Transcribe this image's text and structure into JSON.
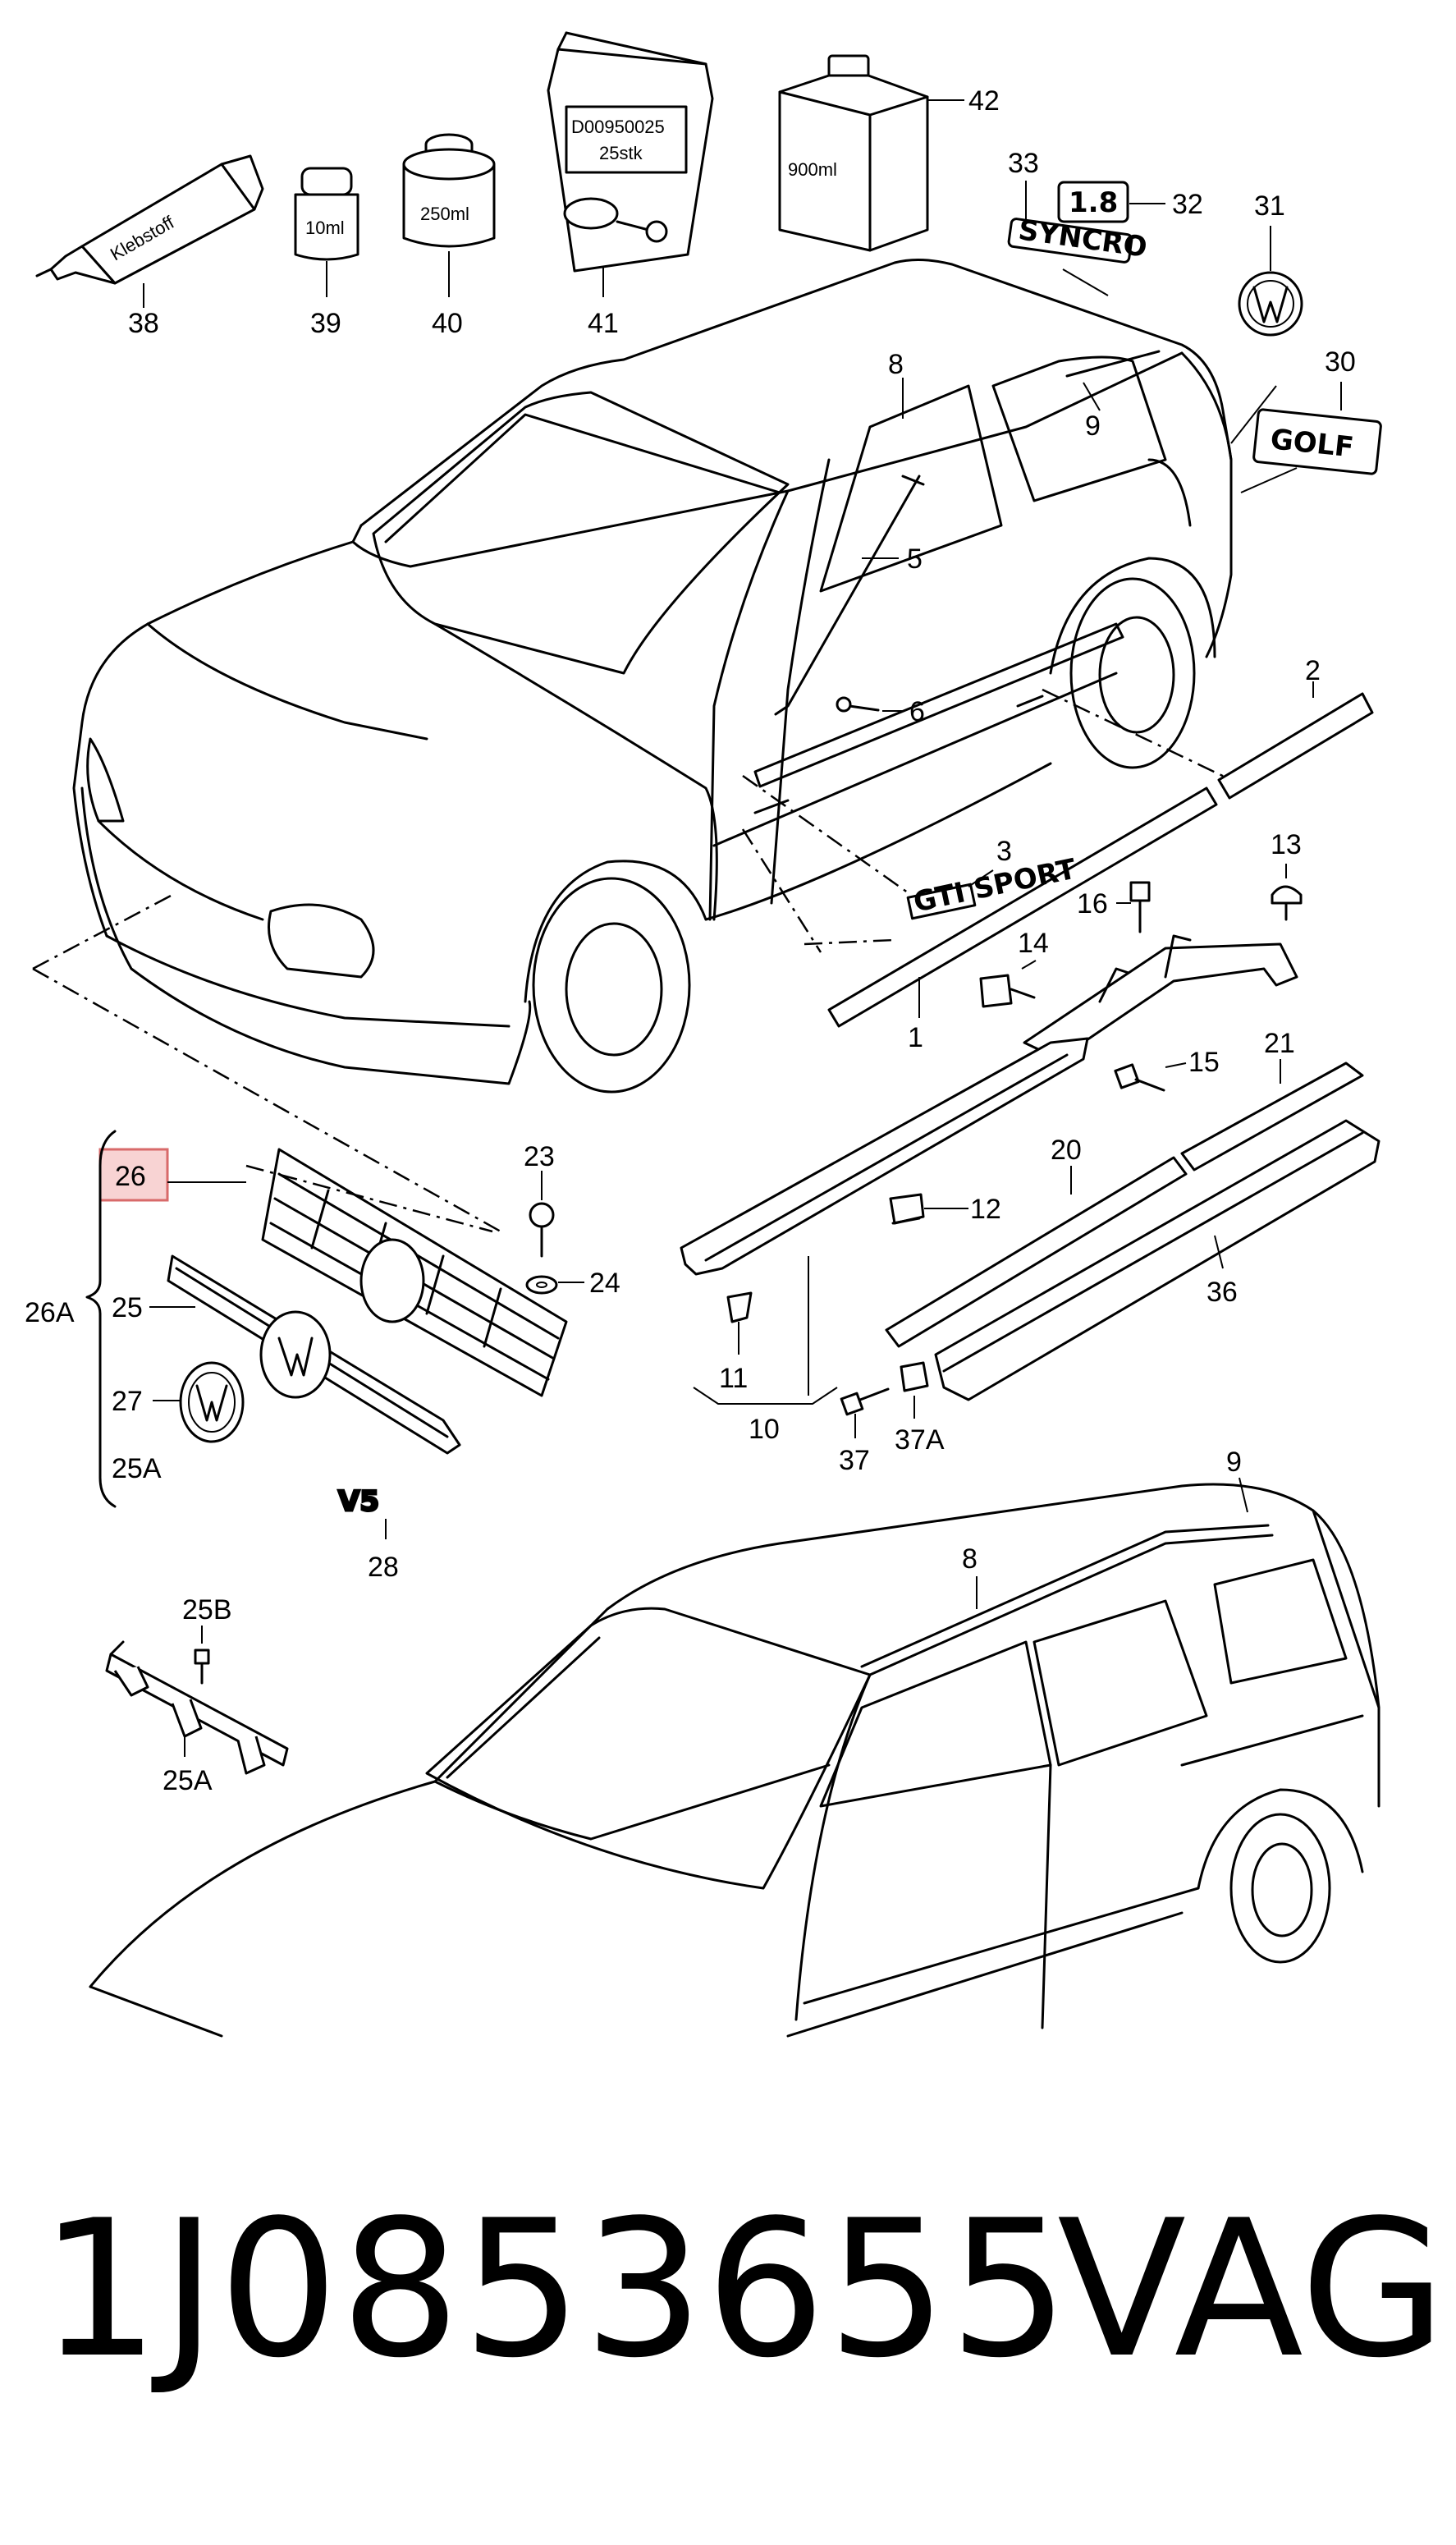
{
  "callouts": {
    "c1": "1",
    "c2": "2",
    "c3": "3",
    "c5": "5",
    "c6": "6",
    "c8": "8",
    "c9": "9",
    "c10": "10",
    "c11": "11",
    "c12": "12",
    "c13": "13",
    "c14": "14",
    "c15": "15",
    "c16": "16",
    "c20": "20",
    "c21": "21",
    "c23": "23",
    "c24": "24",
    "c25": "25",
    "c25a": "25A",
    "c25b": "25B",
    "c26": "26",
    "c26a": "26A",
    "c27": "27",
    "c28": "28",
    "c30": "30",
    "c31": "31",
    "c32": "32",
    "c33": "33",
    "c36": "36",
    "c37": "37",
    "c37a": "37A",
    "c38": "38",
    "c39": "39",
    "c40": "40",
    "c41": "41",
    "c42": "42",
    "c8b": "8",
    "c9b": "9",
    "c25a2": "25A"
  },
  "package_labels": {
    "tube": "Klebstoff",
    "bottle_small": "10ml",
    "can": "250ml",
    "bag_line1": "D00950025",
    "bag_line2": "25stk",
    "canister": "900ml"
  },
  "badges": {
    "syncro": "SYNCRO",
    "engine": "1.8",
    "model": "GOLF",
    "gti": "GTI SPORT",
    "v5": "V5"
  },
  "highlighted_callout": "26",
  "highlight_color": "#f8d3d3",
  "footer": {
    "part_number": "1J0853655",
    "brand": "VAG"
  }
}
